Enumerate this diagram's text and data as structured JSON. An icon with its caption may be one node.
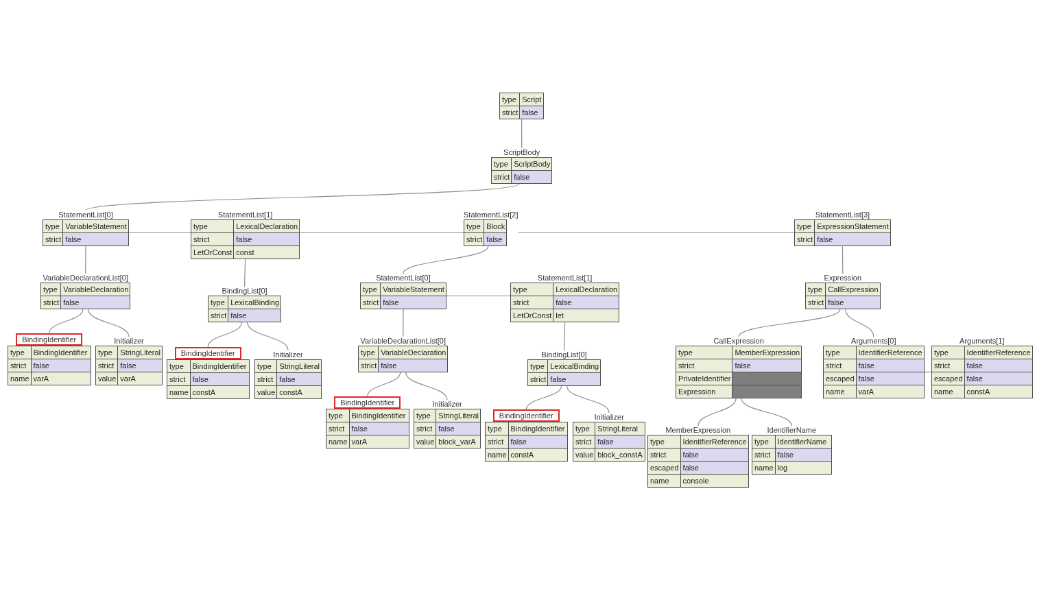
{
  "diagram": {
    "nodes": [
      {
        "text": [
          "type",
          "Script",
          "strict",
          "false"
        ]
      },
      {
        "text": [
          "ScriptBody",
          "type",
          "ScriptBody",
          "strict",
          "false"
        ]
      },
      {
        "text": [
          "StatementList[0]",
          "type",
          "VariableStatement",
          "strict",
          "false"
        ]
      },
      {
        "text": [
          "StatementList[1]",
          "type",
          "LexicalDeclaration",
          "strict",
          "false",
          "LetOrConst",
          "const"
        ]
      },
      {
        "text": [
          "StatementList[2]",
          "type",
          "Block",
          "strict",
          "false"
        ]
      },
      {
        "text": [
          "StatementList[3]",
          "type",
          "ExpressionStatement",
          "strict",
          "false"
        ]
      },
      {
        "text": [
          "VariableDeclarationList[0]",
          "type",
          "VariableDeclaration",
          "strict",
          "false"
        ]
      },
      {
        "text": [
          "BindingList[0]",
          "type",
          "LexicalBinding",
          "strict",
          "false"
        ]
      },
      {
        "text": [
          "StatementList[0]",
          "type",
          "VariableStatement",
          "strict",
          "false"
        ]
      },
      {
        "text": [
          "StatementList[1]",
          "type",
          "LexicalDeclaration",
          "strict",
          "false",
          "LetOrConst",
          "let"
        ]
      },
      {
        "text": [
          "Expression",
          "type",
          "CallExpression",
          "strict",
          "false"
        ]
      },
      {
        "text": [
          "BindingIdentifier",
          "type",
          "BindingIdentifier",
          "strict",
          "false",
          "name",
          "varA"
        ]
      },
      {
        "text": [
          "Initializer",
          "type",
          "StringLiteral",
          "strict",
          "false",
          "value",
          "varA"
        ]
      },
      {
        "text": [
          "BindingIdentifier",
          "type",
          "BindingIdentifier",
          "strict",
          "false",
          "name",
          "constA"
        ]
      },
      {
        "text": [
          "Initializer",
          "type",
          "StringLiteral",
          "strict",
          "false",
          "value",
          "constA"
        ]
      },
      {
        "text": [
          "VariableDeclarationList[0]",
          "type",
          "VariableDeclaration",
          "strict",
          "false"
        ]
      },
      {
        "text": [
          "BindingList[0]",
          "type",
          "LexicalBinding",
          "strict",
          "false"
        ]
      },
      {
        "text": [
          "CallExpression",
          "type",
          "MemberExpression",
          "strict",
          "false",
          "PrivateIdentifier",
          "Expression"
        ]
      },
      {
        "text": [
          "Arguments[0]",
          "type",
          "IdentifierReference",
          "strict",
          "false",
          "escaped",
          "false",
          "name",
          "varA"
        ]
      },
      {
        "text": [
          "Arguments[1]",
          "type",
          "IdentifierReference",
          "strict",
          "false",
          "escaped",
          "false",
          "name",
          "constA"
        ]
      },
      {
        "text": [
          "BindingIdentifier",
          "type",
          "BindingIdentifier",
          "strict",
          "false",
          "name",
          "varA"
        ]
      },
      {
        "text": [
          "Initializer",
          "type",
          "StringLiteral",
          "strict",
          "false",
          "value",
          "block_varA"
        ]
      },
      {
        "text": [
          "BindingIdentifier",
          "type",
          "BindingIdentifier",
          "strict",
          "false",
          "name",
          "constA"
        ]
      },
      {
        "text": [
          "Initializer",
          "type",
          "StringLiteral",
          "strict",
          "false",
          "value",
          "block_constA"
        ]
      },
      {
        "text": [
          "MemberExpression",
          "type",
          "IdentifierReference",
          "strict",
          "false",
          "escaped",
          "false",
          "name",
          "console"
        ]
      },
      {
        "text": [
          "IdentifierName",
          "type",
          "IdentifierName",
          "strict",
          "false",
          "name",
          "log"
        ]
      }
    ],
    "edges": [
      {
        "from": 0,
        "to": 1,
        "arrow": "none"
      },
      {
        "from": 1,
        "to": 2,
        "arrow": "none"
      },
      {
        "from": 2,
        "to": 3,
        "arrow": "none"
      },
      {
        "from": 3,
        "to": 4,
        "arrow": "none"
      },
      {
        "from": 4,
        "to": 5,
        "arrow": "none"
      },
      {
        "from": 2,
        "to": 6,
        "arrow": "none"
      },
      {
        "from": 3,
        "to": 7,
        "arrow": "none"
      },
      {
        "from": 4,
        "to": 8,
        "arrow": "none"
      },
      {
        "from": 8,
        "to": 9,
        "arrow": "none"
      },
      {
        "from": 5,
        "to": 10,
        "arrow": "none"
      },
      {
        "from": 6,
        "to": 11,
        "arrow": "none"
      },
      {
        "from": 6,
        "to": 12,
        "arrow": "none"
      },
      {
        "from": 7,
        "to": 13,
        "arrow": "none"
      },
      {
        "from": 7,
        "to": 14,
        "arrow": "none"
      },
      {
        "from": 8,
        "to": 15,
        "arrow": "none"
      },
      {
        "from": 9,
        "to": 16,
        "arrow": "none"
      },
      {
        "from": 10,
        "to": 17,
        "arrow": "none"
      },
      {
        "from": 10,
        "to": 18,
        "arrow": "none"
      },
      {
        "from": 18,
        "to": 19,
        "arrow": "none"
      },
      {
        "from": 15,
        "to": 20,
        "arrow": "none"
      },
      {
        "from": 15,
        "to": 21,
        "arrow": "none"
      },
      {
        "from": 16,
        "to": 22,
        "arrow": "none"
      },
      {
        "from": 16,
        "to": 23,
        "arrow": "none"
      },
      {
        "from": 17,
        "to": 24,
        "arrow": "none"
      },
      {
        "from": 17,
        "to": 25,
        "arrow": "none"
      }
    ]
  }
}
